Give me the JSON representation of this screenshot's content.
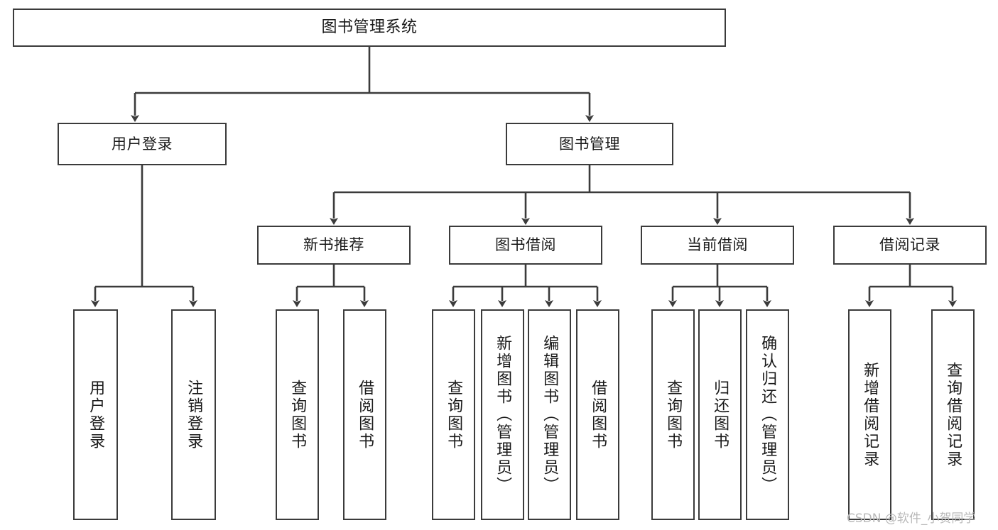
{
  "diagram": {
    "title": "图书管理系统",
    "type": "tree-hierarchy-chart",
    "line_color": "#3b3b3b",
    "box_fill": "#ffffff",
    "background": "#ffffff",
    "text_color": "#1a1a1a"
  },
  "root": {
    "label": "图书管理系统"
  },
  "level1": [
    {
      "label": "用户登录"
    },
    {
      "label": "图书管理"
    }
  ],
  "level2": [
    {
      "label": "新书推荐"
    },
    {
      "label": "图书借阅"
    },
    {
      "label": "当前借阅"
    },
    {
      "label": "借阅记录"
    }
  ],
  "leaves": {
    "user_login": [
      {
        "label": "用户登录"
      },
      {
        "label": "注销登录"
      }
    ],
    "new_book_recommend": [
      {
        "label": "查询图书"
      },
      {
        "label": "借阅图书"
      }
    ],
    "book_borrow": [
      {
        "label": "查询图书"
      },
      {
        "label": "新增图书（管理员）"
      },
      {
        "label": "编辑图书（管理员）"
      },
      {
        "label": "借阅图书"
      }
    ],
    "current_borrow": [
      {
        "label": "查询图书"
      },
      {
        "label": "归还图书"
      },
      {
        "label": "确认归还（管理员）"
      }
    ],
    "borrow_record": [
      {
        "label": "新增借阅记录"
      },
      {
        "label": "查询借阅记录"
      }
    ]
  },
  "watermark": {
    "text": "CSDN @软件_小贺同学",
    "color": "#b9b9b9"
  }
}
